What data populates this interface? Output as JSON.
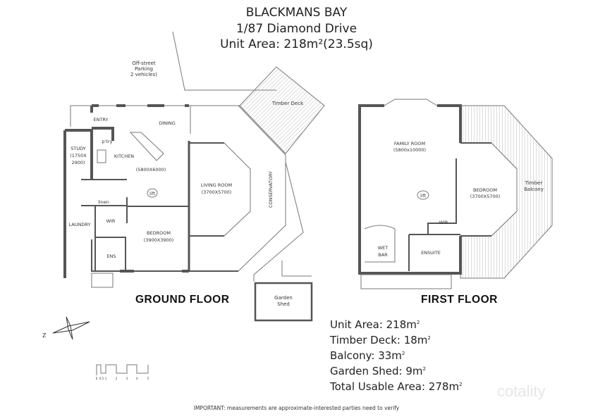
{
  "header": {
    "suburb": "BLACKMANS BAY",
    "address": "1/87 Diamond Drive",
    "unit_area": "Unit Area: 218m²(23.5sq)"
  },
  "ground_floor": {
    "label": "GROUND FLOOR",
    "rooms": {
      "parking_1": "Off-street",
      "parking_2": "Parking",
      "parking_3": "2 vehicles)",
      "timber_deck": "Timber Deck",
      "entry": "ENTRY",
      "dining": "DINING",
      "pantry": "p'try",
      "kitchen": "KITCHEN",
      "kitchen_size": "(5800X6000)",
      "study": "STUDY",
      "study_size_1": "(1750X",
      "study_size_2": "2900)",
      "living": "LIVING ROOM",
      "living_size": "(3700X5700)",
      "lift": "lift",
      "linen": "linen",
      "conservatory": "CONSERVATORY",
      "laundry": "LAUNDRY",
      "wir": "WIR",
      "bedroom": "BEDROOM",
      "bedroom_size": "(3900X3900)",
      "ens": "ENS",
      "shed_1": "Garden",
      "shed_2": "Shed"
    }
  },
  "first_floor": {
    "label": "FIRST FLOOR",
    "rooms": {
      "family": "FAMILY ROOM",
      "family_size": "(5800x10000)",
      "lift": "lift",
      "bedroom": "BEDROOM",
      "bedroom_size": "(3700X5700)",
      "balcony_1": "Timber",
      "balcony_2": "Balcony",
      "wir": "WIR",
      "wet_bar_1": "WET",
      "wet_bar_2": "BAR",
      "ensuite": "ENSUITE"
    }
  },
  "areas": [
    {
      "label": "Unit Area: 218m",
      "sup": "2"
    },
    {
      "label": "Timber Deck: 18m",
      "sup": "2"
    },
    {
      "label": "Balcony: 33m",
      "sup": "2"
    },
    {
      "label": "Garden Shed: 9m",
      "sup": "2"
    },
    {
      "label": "Total Usable Area: 278m",
      "sup": "2"
    }
  ],
  "compass": {
    "north_label": "Z",
    "icon": "compass-icon"
  },
  "scale": {
    "ticks": [
      "0",
      "0.5",
      "1",
      "2",
      "3",
      "4",
      "5"
    ],
    "unit": ""
  },
  "footer": "IMPORTANT: measurements are approximate-interested parties need to verify",
  "logo": "cotality"
}
